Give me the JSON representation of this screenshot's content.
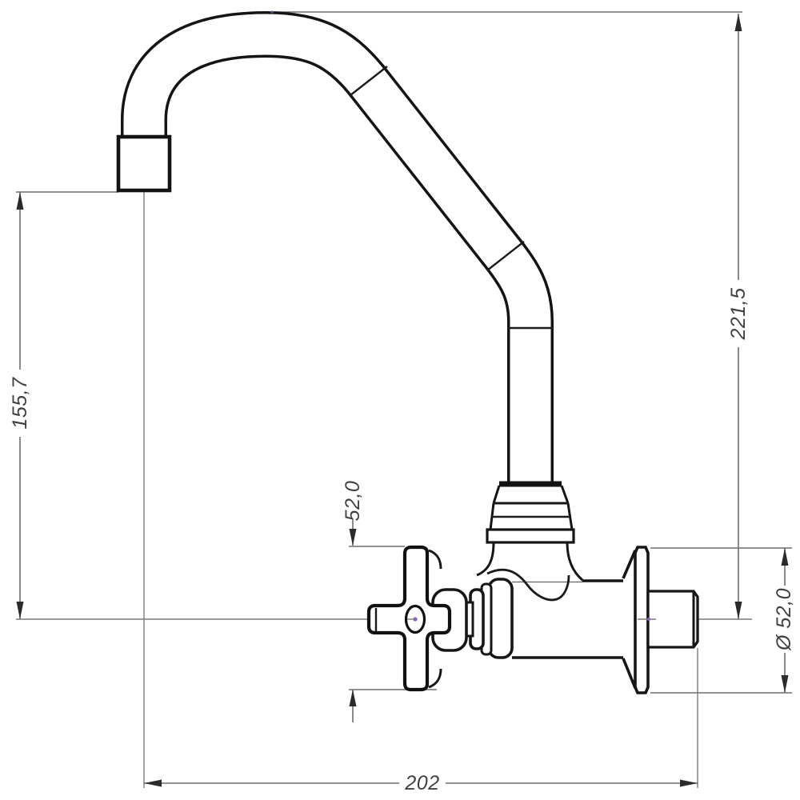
{
  "drawing": {
    "type": "technical-dimension-drawing",
    "subject": "wall-mounted faucet with high gooseneck swivel spout and cross handle, side elevation",
    "background_color": "#ffffff",
    "outline_color": "#161616",
    "dimension_line_color": "#6e6e6e",
    "dimension_text_color": "#414141",
    "accent_dot_color": "#8a5fd3",
    "dimensions": {
      "spout_outlet_height": "155,7",
      "overall_height": "221,5",
      "handle_diameter": "52,0",
      "flange_diameter": "Ø 52,0",
      "overall_depth": "202"
    }
  }
}
